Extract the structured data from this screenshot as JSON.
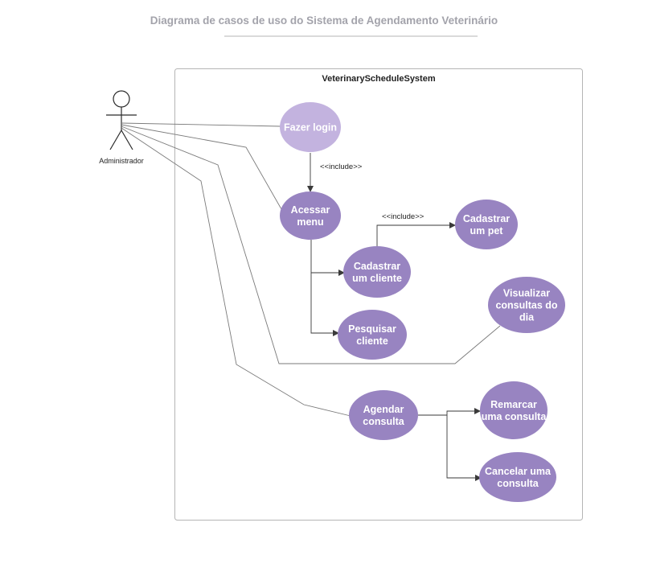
{
  "title": "Diagrama de casos de uso do Sistema de Agendamento Veterinário",
  "system": {
    "name": "VeterinaryScheduleSystem"
  },
  "actor": {
    "name": "Administrador"
  },
  "use_cases": {
    "login": {
      "lines": [
        "Fazer login"
      ],
      "color": "#c3b3df"
    },
    "menu": {
      "lines": [
        "Acessar",
        "menu"
      ],
      "color": "#9884c1"
    },
    "pet": {
      "lines": [
        "Cadastrar",
        "um pet"
      ],
      "color": "#9884c1"
    },
    "cliente": {
      "lines": [
        "Cadastrar",
        "um cliente"
      ],
      "color": "#9884c1"
    },
    "visualizar": {
      "lines": [
        "Visualizar",
        "consultas do",
        "dia"
      ],
      "color": "#9884c1"
    },
    "pesquisar": {
      "lines": [
        "Pesquisar",
        "cliente"
      ],
      "color": "#9884c1"
    },
    "agendar": {
      "lines": [
        "Agendar",
        "consulta"
      ],
      "color": "#9884c1"
    },
    "remarcar": {
      "lines": [
        "Remarcar",
        "uma consulta"
      ],
      "color": "#9884c1"
    },
    "cancelar": {
      "lines": [
        "Cancelar uma",
        "consulta"
      ],
      "color": "#9884c1"
    }
  },
  "relations": {
    "include_login_menu": "<<include>>",
    "include_cliente_pet": "<<include>>"
  },
  "colors": {
    "title": "#a3a3ab",
    "line": "#7a7a7a",
    "border": "#b5b5b5"
  }
}
